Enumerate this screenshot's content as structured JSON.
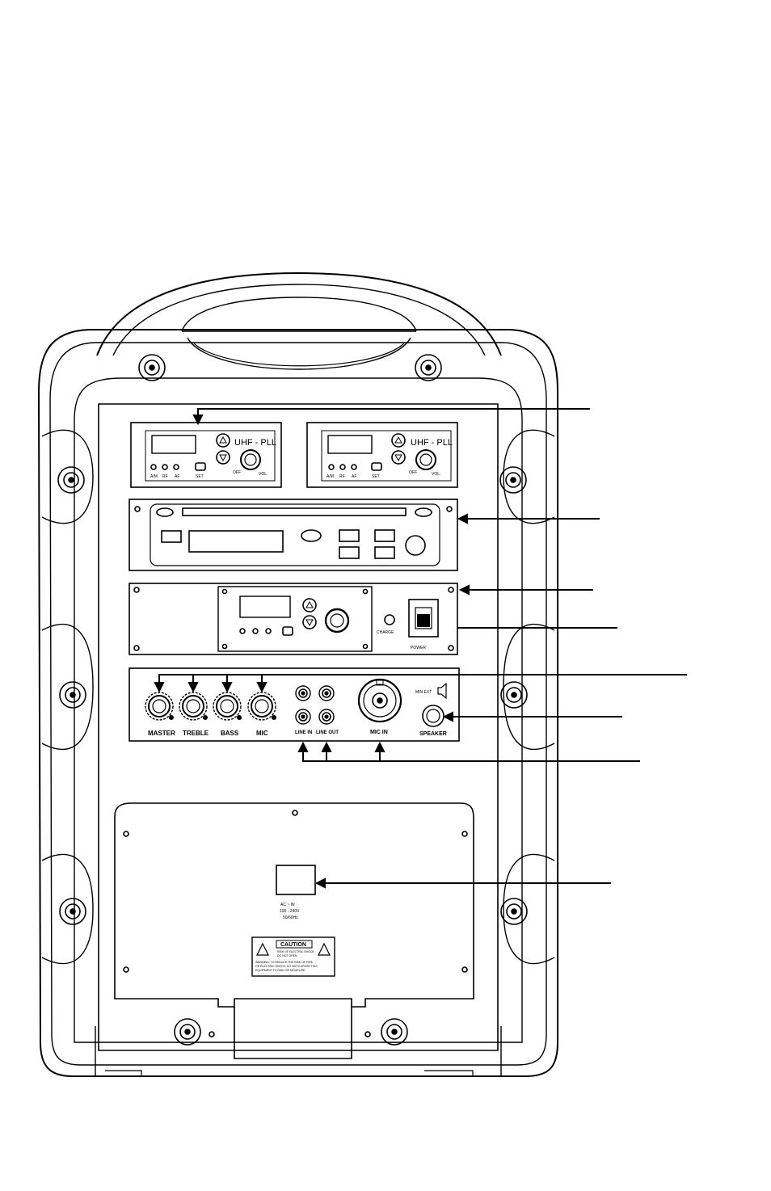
{
  "wireless_modules": [
    {
      "brand_label": "UHF - PLL",
      "led_labels": [
        "A/M",
        "RF",
        "AF",
        "SET"
      ],
      "knob_labels": [
        "OFF",
        "VOL."
      ]
    },
    {
      "brand_label": "UHF - PLL",
      "led_labels": [
        "A/M",
        "RF",
        "AF",
        "SET"
      ],
      "knob_labels": [
        "OFF",
        "VOL."
      ]
    }
  ],
  "third_module": {
    "charge_label": "CHARGE",
    "power_label": "POWER"
  },
  "mixer": {
    "knob_labels": [
      "MASTER",
      "TREBLE",
      "BASS",
      "MIC"
    ],
    "jack_labels": [
      "LINE IN",
      "LINE OUT"
    ],
    "mic_in_label": "MIC IN",
    "speaker_label": "SPEAKER",
    "speaker_mode_label": "MIN EXT"
  },
  "rear_panel": {
    "power_labels": [
      "AC ~ IN",
      "100 - 240V",
      "50/60Hz"
    ],
    "caution_title": "CAUTION",
    "caution_text": [
      "RISK OF ELECTRIC SHOCK",
      "DO NOT OPEN"
    ],
    "warning_text": [
      "WARNING: TO REDUCE THE RISK OF FIRE",
      "OR ELECTRIC SHOCK, DO NOT EXPOSE THIS",
      "EQUIPMENT TO RAIN OR MOISTURE."
    ]
  }
}
